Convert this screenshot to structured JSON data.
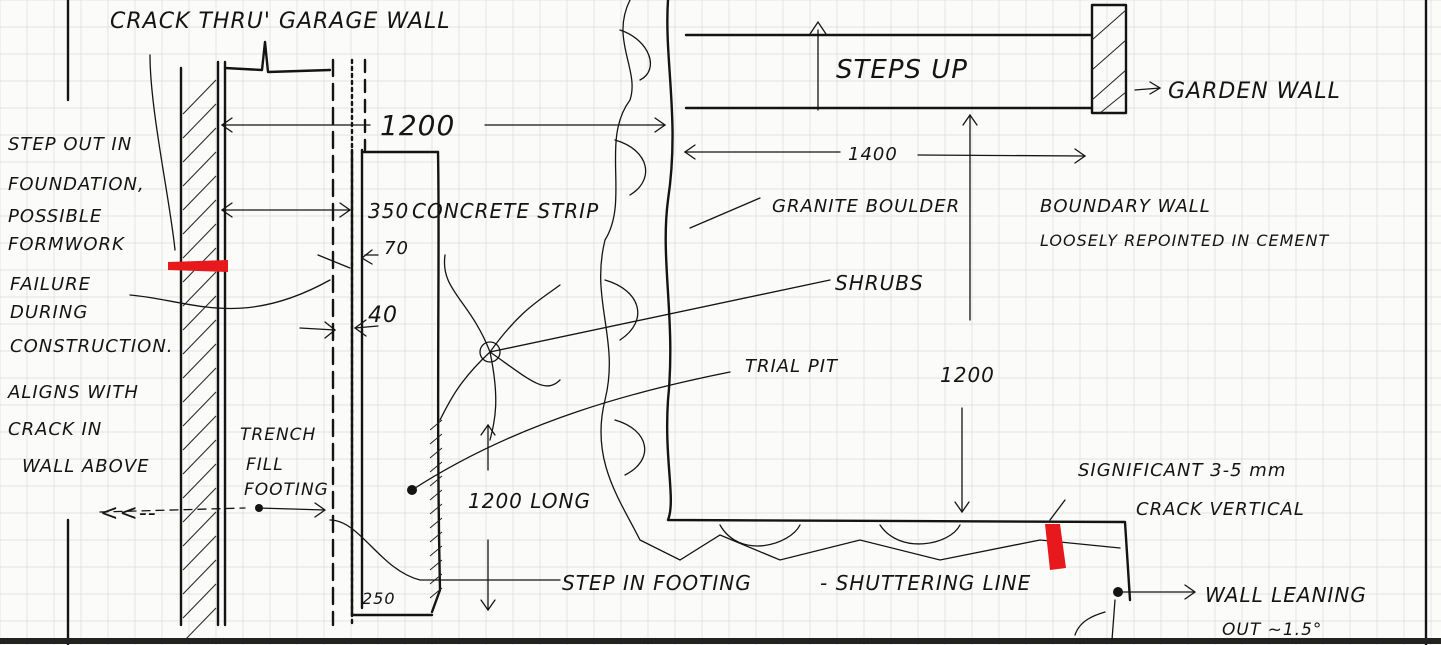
{
  "labels": {
    "crack_garage": "CRACK THRU' GARAGE WALL",
    "step_out": [
      "STEP OUT IN",
      "FOUNDATION,",
      "POSSIBLE",
      "FORMWORK",
      "FAILURE",
      "DURING",
      "CONSTRUCTION."
    ],
    "aligns": [
      "ALIGNS WITH",
      "CRACK IN",
      "WALL ABOVE"
    ],
    "trench": [
      "TRENCH",
      "FILL",
      "FOOTING"
    ],
    "dim_1200_top": "1200",
    "dim_350": "350",
    "concrete_strip": "CONCRETE STRIP",
    "dim_70": "70",
    "dim_40": "40",
    "dim_250": "250",
    "steps_up": "STEPS UP",
    "garden_wall": "GARDEN WALL",
    "dim_1400": "1400",
    "granite": "GRANITE BOULDER",
    "boundary": [
      "BOUNDARY WALL",
      "LOOSELY REPOINTED IN CEMENT"
    ],
    "shrubs": "SHRUBS",
    "trial_pit": "TRIAL PIT",
    "dim_1200_right": "1200",
    "dim_1200_long": "1200 LONG",
    "significant": [
      "SIGNIFICANT 3-5 mm",
      "CRACK VERTICAL"
    ],
    "step_in_footing": "STEP IN FOOTING",
    "shuttering": "- SHUTTERING LINE",
    "wall_leaning": [
      "WALL LEANING",
      "OUT ~1.5°"
    ],
    "arrow_left": "<<--"
  },
  "colors": {
    "ink": "#141414",
    "highlight": "#e8191c",
    "paper": "#fbfbfa",
    "grid": "#d9dcdf"
  }
}
